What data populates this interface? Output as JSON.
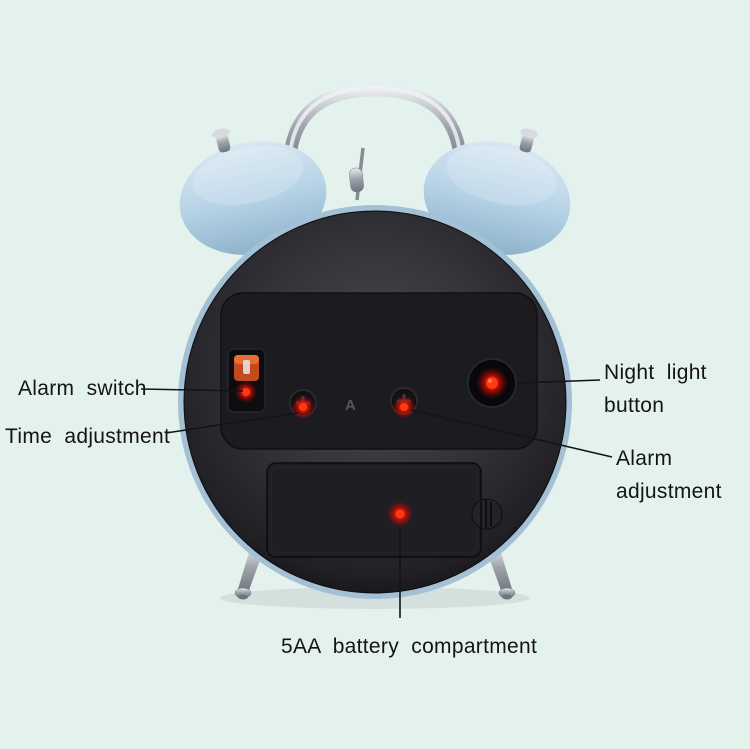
{
  "annotations": {
    "alarm_switch": "Alarm  switch",
    "time_adjustment": "Time  adjustment",
    "night_light_button": "Night  light\nbutton",
    "alarm_adjustment": "Alarm\nadjustment",
    "battery_compartment": "5AA  battery  compartment"
  },
  "clock": {
    "panel_marking": "A",
    "colors": {
      "background": "#e4f2ee",
      "bell_blue": "#b7d3e6",
      "body_charcoal": "#2a2a2f",
      "indicator_red": "#ff2d12",
      "switch_orange": "#c34a1e",
      "metal_silver": "#9da4ab"
    }
  }
}
